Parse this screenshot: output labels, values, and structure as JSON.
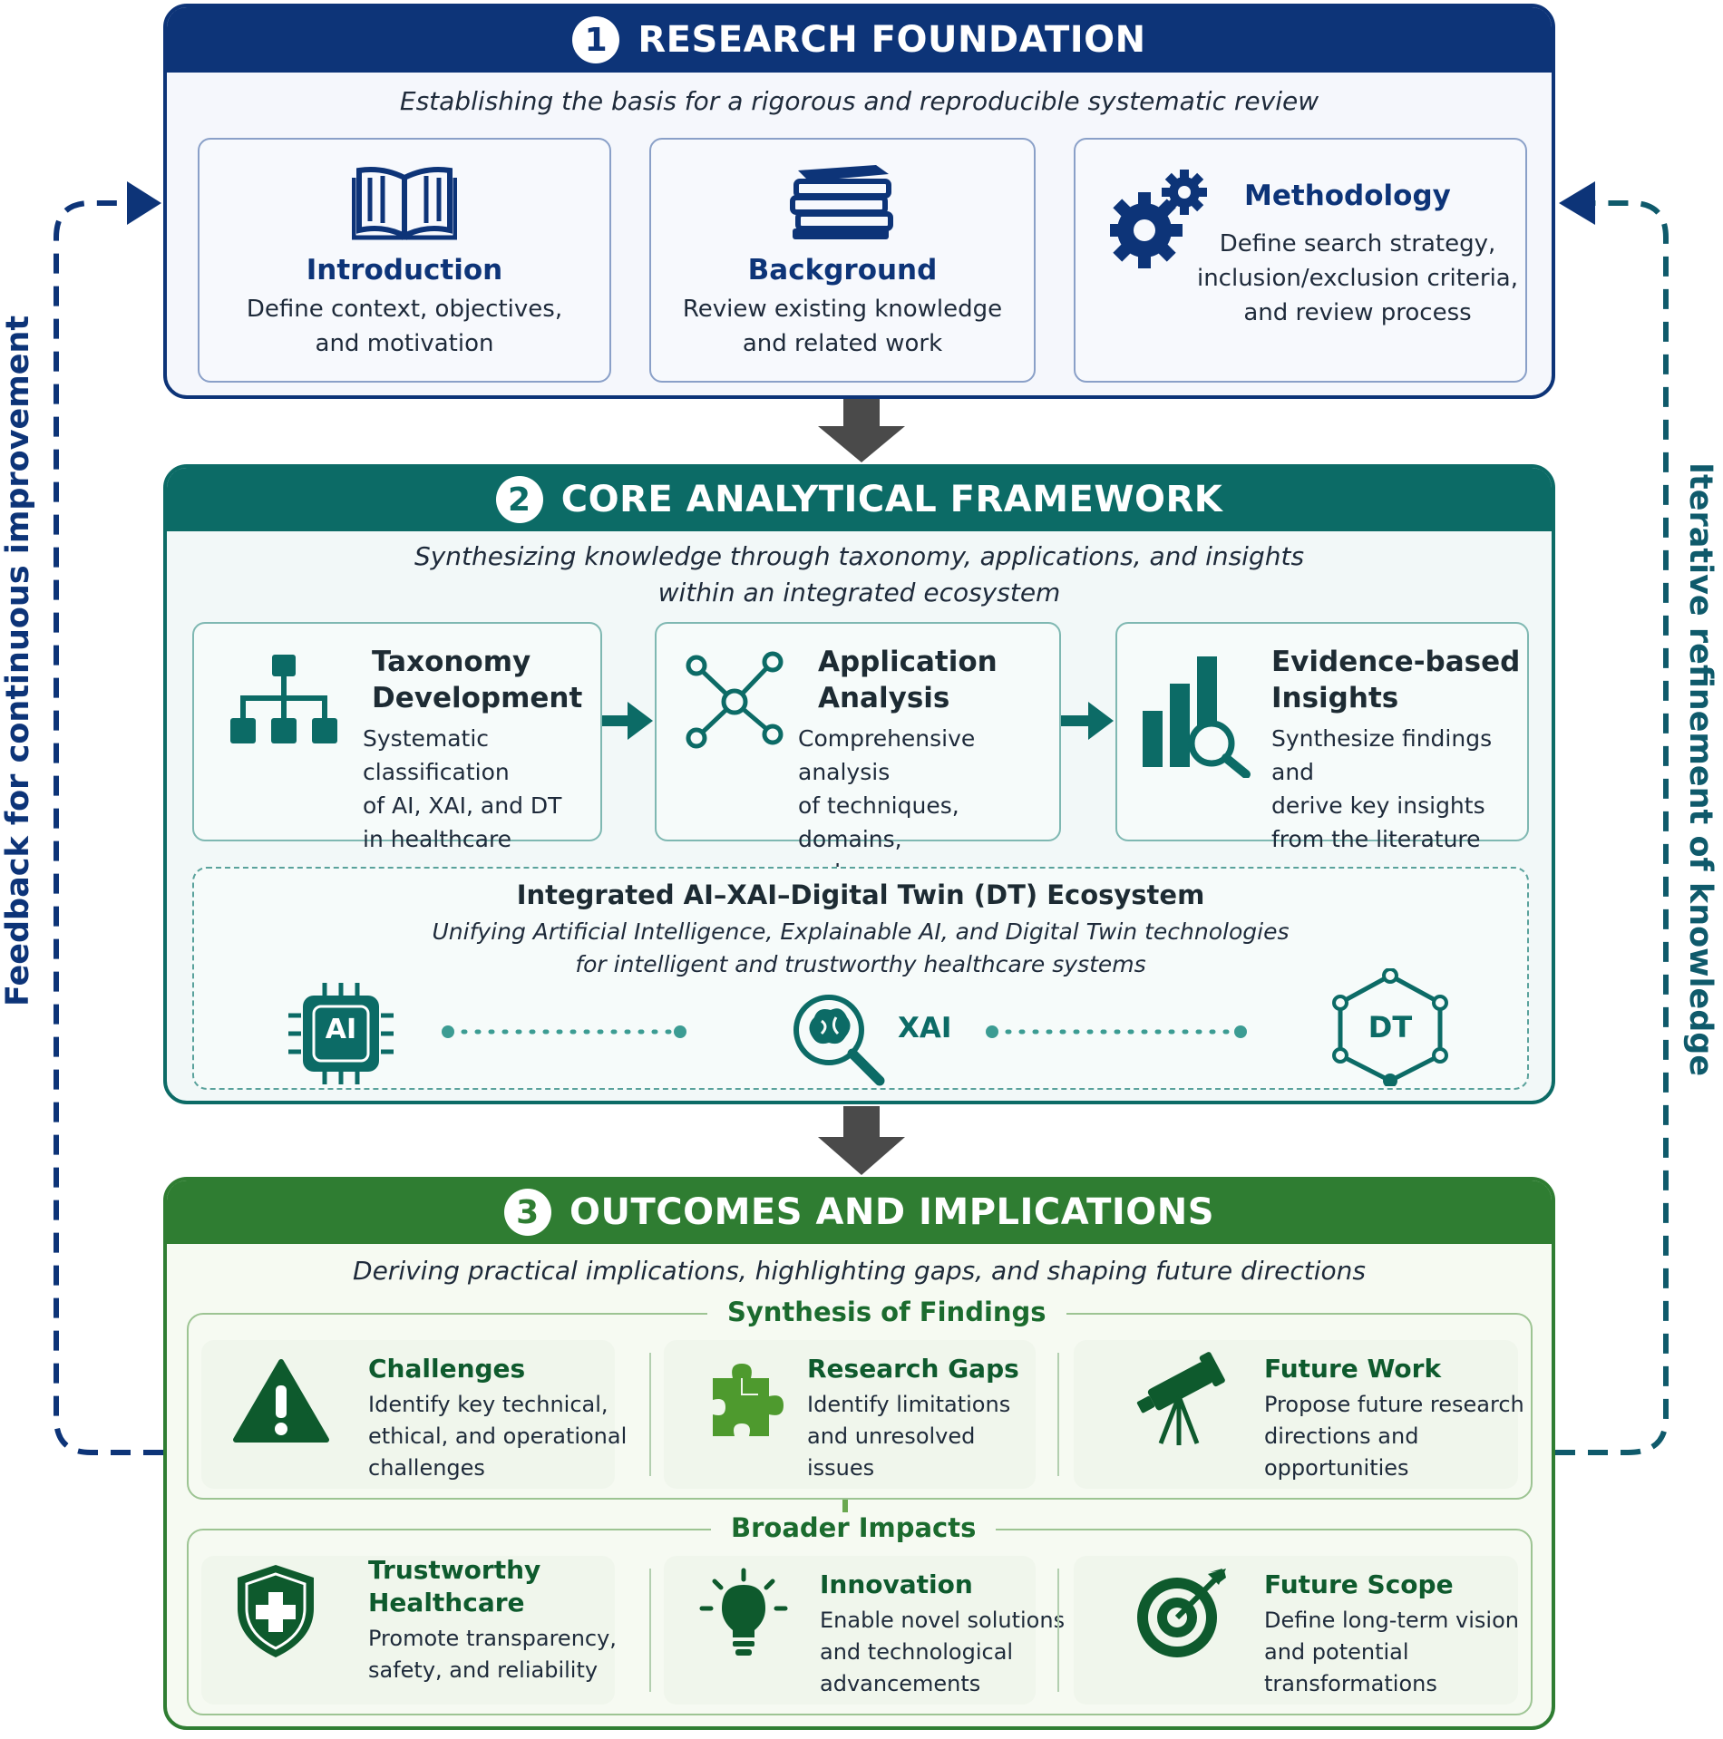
{
  "side": {
    "left_label": "Feedback for continuous improvement",
    "right_label": "Iterative refinement of knowledge"
  },
  "section1": {
    "number": "1",
    "title": "RESEARCH FOUNDATION",
    "subtitle": "Establishing the basis for a rigorous and reproducible systematic review",
    "cards": [
      {
        "title": "Introduction",
        "lines": [
          "Define context, objectives,",
          "and motivation"
        ],
        "icon": "open-book-icon"
      },
      {
        "title": "Background",
        "lines": [
          "Review existing knowledge",
          "and related work"
        ],
        "icon": "book-stack-icon"
      },
      {
        "title": "Methodology",
        "lines": [
          "Define search strategy,",
          "inclusion/exclusion criteria,",
          "and review process"
        ],
        "icon": "gears-icon"
      }
    ]
  },
  "section2": {
    "number": "2",
    "title": "CORE ANALYTICAL FRAMEWORK",
    "subtitle_lines": [
      "Synthesizing knowledge through taxonomy, applications, and insights",
      "within an integrated ecosystem"
    ],
    "cards": [
      {
        "title_lines": [
          "Taxonomy",
          "Development"
        ],
        "lines": [
          "Systematic classification",
          "of AI, XAI, and DT",
          "in healthcare"
        ],
        "icon": "hierarchy-icon"
      },
      {
        "title_lines": [
          "Application",
          "Analysis"
        ],
        "lines": [
          "Comprehensive analysis",
          "of techniques, domains,",
          "and use cases"
        ],
        "icon": "network-nodes-icon"
      },
      {
        "title_lines": [
          "Evidence-based",
          "Insights"
        ],
        "lines": [
          "Synthesize findings and",
          "derive key insights",
          "from the literature"
        ],
        "icon": "bar-chart-magnifier-icon"
      }
    ],
    "ecosystem": {
      "title": "Integrated AI–XAI–Digital Twin (DT) Ecosystem",
      "subtitle_lines": [
        "Unifying Artificial Intelligence, Explainable AI, and Digital Twin technologies",
        "for intelligent and trustworthy healthcare systems"
      ],
      "ai_label": "AI",
      "xai_label": "XAI",
      "dt_label": "DT"
    }
  },
  "section3": {
    "number": "3",
    "title": "OUTCOMES AND IMPLICATIONS",
    "subtitle": "Deriving practical implications, highlighting gaps, and shaping future directions",
    "synthesis_label": "Synthesis of Findings",
    "broader_label": "Broader Impacts",
    "findings": [
      {
        "title": "Challenges",
        "lines": [
          "Identify key technical,",
          "ethical, and operational",
          "challenges"
        ],
        "icon": "warning-icon"
      },
      {
        "title": "Research Gaps",
        "lines": [
          "Identify limitations",
          "and unresolved",
          "issues"
        ],
        "icon": "puzzle-icon"
      },
      {
        "title": "Future Work",
        "lines": [
          "Propose future research",
          "directions and",
          "opportunities"
        ],
        "icon": "telescope-icon"
      }
    ],
    "impacts": [
      {
        "title_lines": [
          "Trustworthy",
          "Healthcare"
        ],
        "lines": [
          "Promote transparency,",
          "safety, and reliability"
        ],
        "icon": "shield-cross-icon"
      },
      {
        "title_lines": [
          "Innovation"
        ],
        "lines": [
          "Enable novel solutions",
          "and technological",
          "advancements"
        ],
        "icon": "lightbulb-icon"
      },
      {
        "title_lines": [
          "Future Scope"
        ],
        "lines": [
          "Define long-term vision",
          "and potential",
          "transformations"
        ],
        "icon": "target-icon"
      }
    ]
  },
  "colors": {
    "navy": "#0d3478",
    "teal": "#0c6b66",
    "green": "#2f7d32",
    "arrow": "#4a4a4a"
  }
}
